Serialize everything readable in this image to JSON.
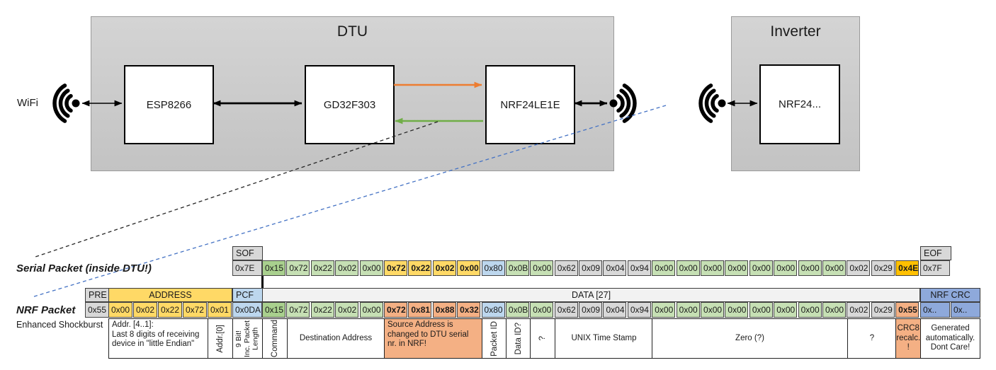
{
  "diagram": {
    "wifi_label": "WiFi",
    "dtu": {
      "title": "DTU",
      "boxes": [
        "ESP8266",
        "GD32F303",
        "NRF24LE1E"
      ]
    },
    "inverter": {
      "title": "Inverter",
      "boxes": [
        "NRF24..."
      ]
    },
    "colors": {
      "uplink_arrow": "#ED7D31",
      "downlink_arrow": "#70AD47",
      "nrf_link_dashed": "#4472C4"
    }
  },
  "serial_packet": {
    "label": "Serial Packet (inside DTU!)",
    "sof": {
      "header": "SOF",
      "value": "0x7E"
    },
    "eof": {
      "header": "EOF",
      "value": "0x7F"
    },
    "bytes": [
      {
        "v": "0x15",
        "k": "gd"
      },
      {
        "v": "0x72",
        "k": "gn"
      },
      {
        "v": "0x22",
        "k": "gn"
      },
      {
        "v": "0x02",
        "k": "gn"
      },
      {
        "v": "0x00",
        "k": "gn"
      },
      {
        "v": "0x72",
        "k": "yl"
      },
      {
        "v": "0x22",
        "k": "yl"
      },
      {
        "v": "0x02",
        "k": "yl"
      },
      {
        "v": "0x00",
        "k": "yl"
      },
      {
        "v": "0x80",
        "k": "bl"
      },
      {
        "v": "0x0B",
        "k": "gn"
      },
      {
        "v": "0x00",
        "k": "gn"
      },
      {
        "v": "0x62",
        "k": "gy"
      },
      {
        "v": "0x09",
        "k": "gy"
      },
      {
        "v": "0x04",
        "k": "gy"
      },
      {
        "v": "0x94",
        "k": "gy"
      },
      {
        "v": "0x00",
        "k": "gn"
      },
      {
        "v": "0x00",
        "k": "gn"
      },
      {
        "v": "0x00",
        "k": "gn"
      },
      {
        "v": "0x00",
        "k": "gn"
      },
      {
        "v": "0x00",
        "k": "gn"
      },
      {
        "v": "0x00",
        "k": "gn"
      },
      {
        "v": "0x00",
        "k": "gn"
      },
      {
        "v": "0x00",
        "k": "gn"
      },
      {
        "v": "0x02",
        "k": "gy"
      },
      {
        "v": "0x29",
        "k": "gy"
      },
      {
        "v": "0x4E",
        "k": "or"
      }
    ]
  },
  "nrf_packet": {
    "label": "NRF Packet",
    "sublabel": "Enhanced Shockburst",
    "pre": {
      "header": "PRE",
      "value": "0x55"
    },
    "address": {
      "header": "ADDRESS",
      "values": [
        "0x00",
        "0x02",
        "0x22",
        "0x72",
        "0x01"
      ]
    },
    "pcf": {
      "header": "PCF",
      "value": "0x0DA"
    },
    "data_header": "DATA [27]",
    "bytes": [
      {
        "v": "0x15",
        "k": "gd"
      },
      {
        "v": "0x72",
        "k": "gn"
      },
      {
        "v": "0x22",
        "k": "gn"
      },
      {
        "v": "0x02",
        "k": "gn"
      },
      {
        "v": "0x00",
        "k": "gn"
      },
      {
        "v": "0x72",
        "k": "sl"
      },
      {
        "v": "0x81",
        "k": "sl"
      },
      {
        "v": "0x88",
        "k": "sl"
      },
      {
        "v": "0x32",
        "k": "sl"
      },
      {
        "v": "0x80",
        "k": "bl"
      },
      {
        "v": "0x0B",
        "k": "gn"
      },
      {
        "v": "0x00",
        "k": "gn"
      },
      {
        "v": "0x62",
        "k": "gy"
      },
      {
        "v": "0x09",
        "k": "gy"
      },
      {
        "v": "0x04",
        "k": "gy"
      },
      {
        "v": "0x94",
        "k": "gy"
      },
      {
        "v": "0x00",
        "k": "gn"
      },
      {
        "v": "0x00",
        "k": "gn"
      },
      {
        "v": "0x00",
        "k": "gn"
      },
      {
        "v": "0x00",
        "k": "gn"
      },
      {
        "v": "0x00",
        "k": "gn"
      },
      {
        "v": "0x00",
        "k": "gn"
      },
      {
        "v": "0x00",
        "k": "gn"
      },
      {
        "v": "0x00",
        "k": "gn"
      },
      {
        "v": "0x02",
        "k": "gy"
      },
      {
        "v": "0x29",
        "k": "gy"
      },
      {
        "v": "0x55",
        "k": "sl"
      }
    ],
    "crc": {
      "header": "NRF CRC",
      "values": [
        "0x..",
        "0x.."
      ]
    }
  },
  "annotations": [
    {
      "id": "addr41",
      "text": "Addr. [4..1]:\nLast 8 digits of receiving\ndevice in \"little Endian\"",
      "vertical": false,
      "bg": "white",
      "align": "left"
    },
    {
      "id": "addr0",
      "text": "Addr.[0]",
      "vertical": true,
      "bg": "white"
    },
    {
      "id": "pcf_bits",
      "text": "9 Bit!\nInc. Packet\nLength",
      "vertical": true,
      "bg": "white",
      "small": true
    },
    {
      "id": "command",
      "text": "Command",
      "vertical": true,
      "bg": "white"
    },
    {
      "id": "dest",
      "text": "Destination Address",
      "vertical": false,
      "bg": "white",
      "align": "center"
    },
    {
      "id": "src",
      "text": "Source Address is\nchanged to DTU serial\nnr. in NRF!",
      "vertical": false,
      "bg": "salmon",
      "align": "left"
    },
    {
      "id": "packet_id",
      "text": "Packet ID",
      "vertical": true,
      "bg": "white"
    },
    {
      "id": "data_id",
      "text": "Data ID?",
      "vertical": true,
      "bg": "white"
    },
    {
      "id": "q1",
      "text": "?",
      "vertical": true,
      "bg": "white"
    },
    {
      "id": "unix",
      "text": "UNIX Time Stamp",
      "vertical": false,
      "bg": "white",
      "align": "center"
    },
    {
      "id": "zero",
      "text": "Zero (?)",
      "vertical": false,
      "bg": "white",
      "align": "center"
    },
    {
      "id": "q2",
      "text": "?",
      "vertical": false,
      "bg": "white",
      "align": "center"
    },
    {
      "id": "crc8",
      "text": "CRC8\nrecalc.\n!",
      "vertical": false,
      "bg": "salmon",
      "align": "center"
    },
    {
      "id": "gen",
      "text": "Generated\nautomatically.\nDont Care!",
      "vertical": false,
      "bg": "white",
      "align": "center"
    }
  ]
}
